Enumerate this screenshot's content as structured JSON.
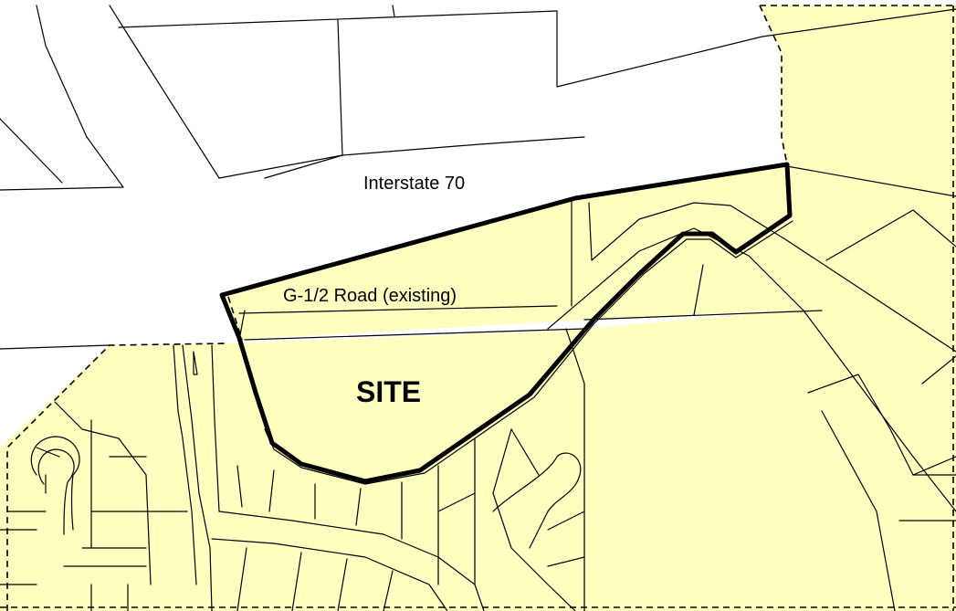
{
  "map": {
    "labels": {
      "interstate": "Interstate 70",
      "road": "G-1/2 Road (existing)",
      "site": "SITE"
    },
    "colors": {
      "zone_fill": "#ffffc0",
      "lines": "#000000",
      "background": "#ffffff"
    }
  }
}
